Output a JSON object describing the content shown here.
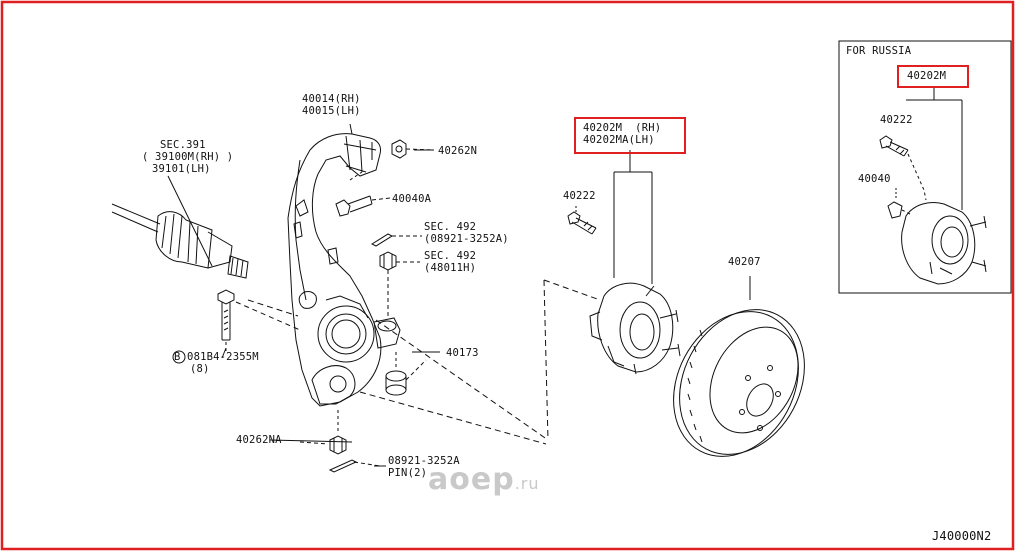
{
  "colors": {
    "frame": "#e02020",
    "line": "#111111",
    "paper": "#ffffff",
    "watermark": "#c9c9c9"
  },
  "inset_title": "FOR RUSSIA",
  "inset_part": "40202M",
  "inset_bolt": "40222",
  "inset_nut": "40040",
  "drive_shaft": {
    "sec": "SEC.391",
    "rh": "39100M(RH)",
    "lh": "39101(LH)"
  },
  "knuckle": {
    "rh": "40014(RH)",
    "lh": "40015(LH)"
  },
  "nut_top": "40262N",
  "bolt_top": "40040A",
  "sec492_a": {
    "sec": "SEC. 492",
    "part": "(08921-3252A)"
  },
  "sec492_b": {
    "sec": "SEC. 492",
    "part": "(48011H)"
  },
  "bolt_bottom": {
    "part": "B 081B4-2355M",
    "qty": "(8)"
  },
  "bushing": "40173",
  "nut_bottom": "40262NA",
  "pin_bottom": {
    "part": "08921-3252A",
    "qty": "PIN(2)"
  },
  "hub": {
    "rh": "40202M  (RH)",
    "lh": "40202MA(LH)"
  },
  "hub_bolt": "40222",
  "rotor": "40207",
  "watermark": {
    "brand": "aoep",
    "tld": ".ru"
  },
  "diagram_code": "J40000N2"
}
